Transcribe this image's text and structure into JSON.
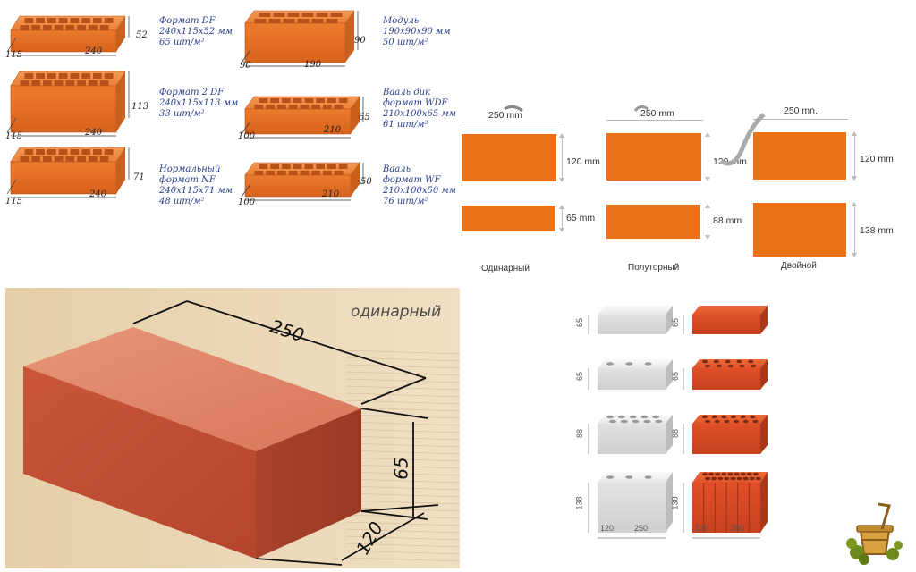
{
  "formats": [
    {
      "name": "Формат DF",
      "size": "240x115x52 мм",
      "rate": "65 шт/м²",
      "len": "240",
      "wid": "115",
      "ht": "52"
    },
    {
      "name": "Формат 2 DF",
      "size": "240x115x113 мм",
      "rate": "33 шт/м²",
      "len": "240",
      "wid": "115",
      "ht": "113"
    },
    {
      "name": "Нормальный\nформат NF",
      "size": "240x115x71 мм",
      "rate": "48 шт/м²",
      "len": "240",
      "wid": "115",
      "ht": "71"
    },
    {
      "name": "Модуль",
      "size": "190x90x90 мм",
      "rate": "50 шт/м²",
      "len": "190",
      "wid": "90",
      "ht": "90"
    },
    {
      "name": "Вааль дик\nформат WDF",
      "size": "210x100x65 мм",
      "rate": "61 шт/м²",
      "len": "210",
      "wid": "100",
      "ht": "65"
    },
    {
      "name": "Вааль\nформат WF",
      "size": "210x100x50 мм",
      "rate": "76 шт/м²",
      "len": "210",
      "wid": "100",
      "ht": "50"
    }
  ],
  "flat": {
    "columns": [
      {
        "top": "250 mm",
        "caption": "Одинарный",
        "h1": "120 mm",
        "h2": "65 mm"
      },
      {
        "top": "250 mm",
        "caption": "Полуторный",
        "h1": "120 mm",
        "h2": "88 mm"
      },
      {
        "top": "250 mn.",
        "caption": "Двойной",
        "h1": "120 mm",
        "h2": "138 mm"
      }
    ]
  },
  "single_brick": {
    "label": "одинарный",
    "length": "250",
    "height": "65",
    "width": "120"
  },
  "grid": {
    "heights": [
      "65",
      "65",
      "88",
      "138"
    ],
    "bottom_width": "120",
    "bottom_length": "250"
  },
  "colors": {
    "brick": "#ec7217",
    "brick_dark": "#c4581a",
    "text_blue": "#2a3f8f",
    "photo_bg": "#ecd7b6"
  }
}
